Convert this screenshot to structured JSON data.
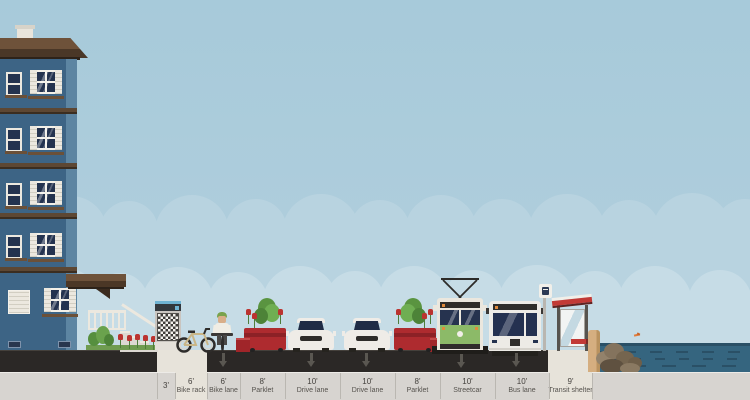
{
  "street": {
    "segments": [
      {
        "width": "3'",
        "name": ""
      },
      {
        "width": "6'",
        "name": "Bike rack"
      },
      {
        "width": "6'",
        "name": "Bike lane"
      },
      {
        "width": "8'",
        "name": "Parklet"
      },
      {
        "width": "10'",
        "name": "Drive lane"
      },
      {
        "width": "10'",
        "name": "Drive lane"
      },
      {
        "width": "8'",
        "name": "Parklet"
      },
      {
        "width": "10'",
        "name": "Streetcar"
      },
      {
        "width": "10'",
        "name": "Bus lane"
      },
      {
        "width": "9'",
        "name": "Transit shelter"
      }
    ]
  },
  "icons": {
    "lane_direction": "down-arrow",
    "bus_stop_sign": "bus-icon"
  },
  "colors": {
    "sky": "#a8cbdb",
    "cloud_band_upper": "#b8d3e0",
    "cloud_band_lower": "#c6dce6",
    "building_facade": "#3d6485",
    "building_side": "#5d85a2",
    "roof_brown": "#6e523a",
    "asphalt": "#2b2826",
    "sidewalk": "#e7e3da",
    "label_strip": "#d7d4d0",
    "parklet_red": "#ae2b2f",
    "streetcar_green": "#8cba68",
    "bus_white": "#edebe6",
    "shelter_roof": "#c23a36",
    "water": "#35657f",
    "seawall": "#d5ae80"
  }
}
